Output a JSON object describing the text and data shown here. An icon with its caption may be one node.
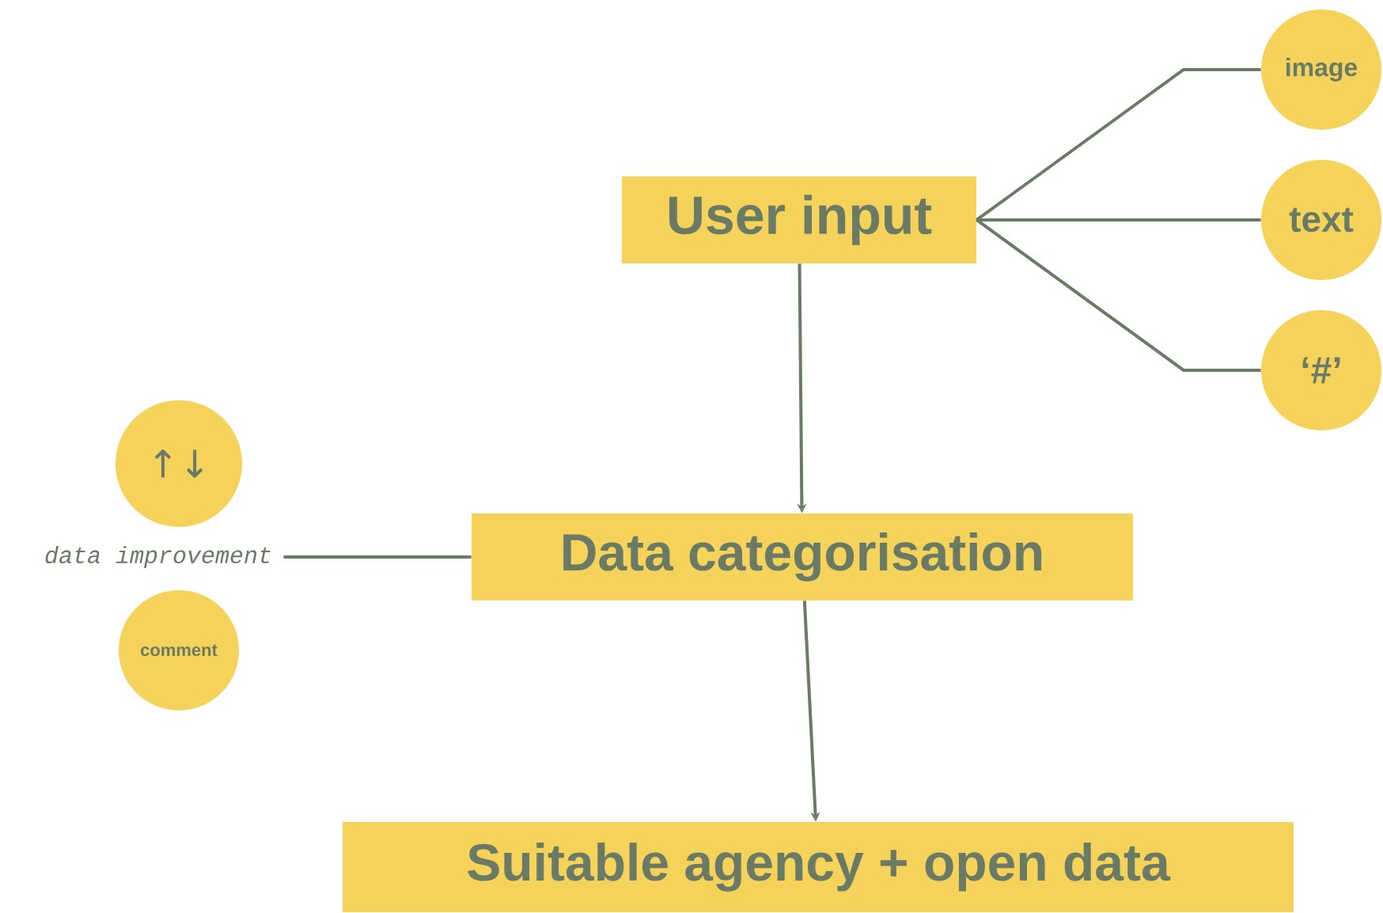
{
  "diagram": {
    "nodes": [
      {
        "text": [
          "User input"
        ]
      },
      {
        "text": [
          "image"
        ]
      },
      {
        "text": [
          "text"
        ]
      },
      {
        "text": [
          "‘#’"
        ]
      },
      {
        "text": [
          "↑↓"
        ]
      },
      {
        "text": [
          "data improvement"
        ]
      },
      {
        "text": [
          "comment"
        ]
      },
      {
        "text": [
          "Data categorisation"
        ]
      },
      {
        "text": [
          "Suitable agency + open data"
        ]
      }
    ],
    "edges": [
      {
        "from": 0,
        "to": 1,
        "arrow": "none"
      },
      {
        "from": 0,
        "to": 2,
        "arrow": "none"
      },
      {
        "from": 0,
        "to": 3,
        "arrow": "none"
      },
      {
        "from": 0,
        "to": 7,
        "arrow": "to"
      },
      {
        "from": 5,
        "to": 7,
        "arrow": "none"
      },
      {
        "from": 7,
        "to": 8,
        "arrow": "to"
      }
    ]
  }
}
